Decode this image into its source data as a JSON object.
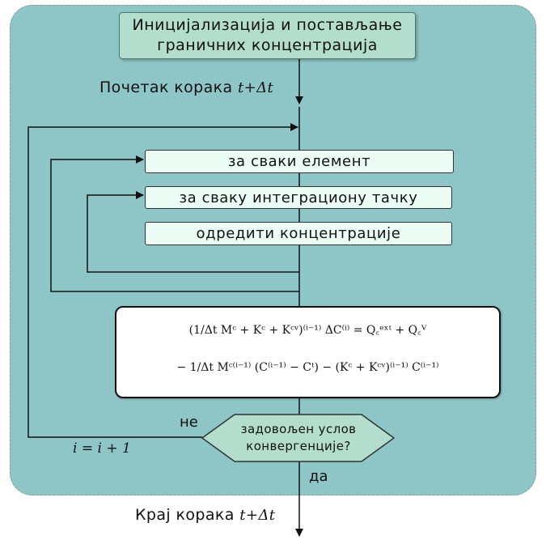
{
  "nodes": {
    "init_line1": "Иницијализација и постављање",
    "init_line2": "граничних концентрација",
    "each_element": "за сваки елемент",
    "each_point": "за сваку интеграциону тачку",
    "determine": "одредити концентрације",
    "condition_line1": "задовољен услов",
    "condition_line2": "конвергенције?"
  },
  "labels": {
    "start_text": "Почетак корака",
    "end_text": "Крај корака",
    "time_step": "t+Δt",
    "no": "не",
    "yes": "да",
    "iteration": "i = i + 1"
  },
  "equation": {
    "line1": "(1/Δt Mᶜ + Kᶜ + Kᶜᵛ)⁽ⁱ⁻¹⁾ ΔC⁽ⁱ⁾ = Q꜀ᵉˣᵗ + Q꜀ⱽ",
    "line2": "− 1/Δt Mᶜ⁽ⁱ⁻¹⁾ (C⁽ⁱ⁻¹⁾ − Cᵗ) − (Kᶜ + Kᶜᵛ)⁽ⁱ⁻¹⁾ C⁽ⁱ⁻¹⁾"
  }
}
